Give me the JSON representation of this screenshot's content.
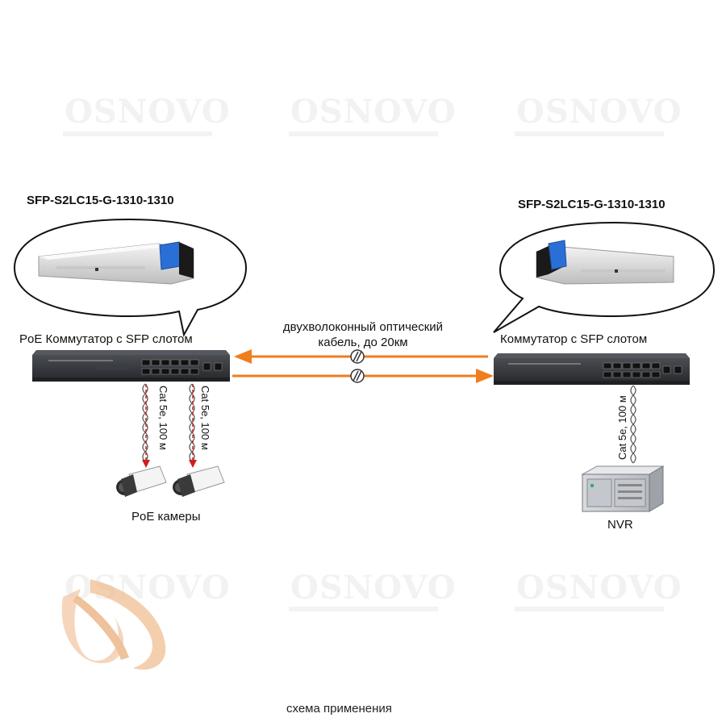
{
  "watermark": {
    "text": "OSNOVO"
  },
  "left": {
    "model": "SFP-S2LC15-G-1310-1310",
    "switch_label": "PoE Коммутатор с SFP слотом",
    "cable1": "Cat 5e, 100 м",
    "cable2": "Cat 5e, 100 м",
    "device_label": "PoE камеры"
  },
  "right": {
    "model": "SFP-S2LC15-G-1310-1310",
    "switch_label": "Коммутатор с SFP слотом",
    "cable": "Cat 5e, 100 м",
    "device_label": "NVR"
  },
  "center": {
    "fiber_line1": "двухволоконный оптический",
    "fiber_line2": "кабель, до 20км"
  },
  "footer": {
    "caption": "схема применения"
  },
  "colors": {
    "arrow": "#f07d1e",
    "cable_red": "#cc1f1f",
    "switch_body": "#2d3035",
    "sfp_blue": "#2a6fd6",
    "logo": "#f2c9a6"
  }
}
